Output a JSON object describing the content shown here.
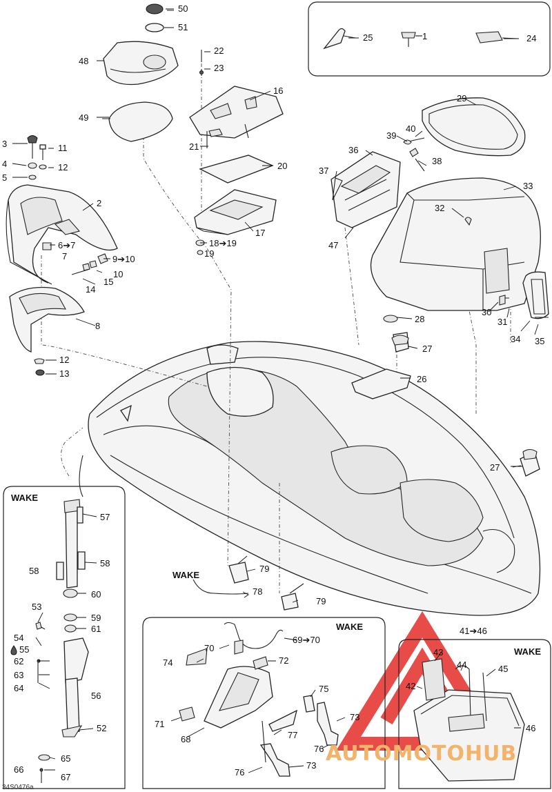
{
  "diagram": {
    "doc_code": "34S0476a",
    "section_titles": {
      "wake_left": "WAKE",
      "wake_bottom": "WAKE",
      "wake_center": "WAKE",
      "wake_right": "WAKE"
    },
    "labels": {
      "l50": "50",
      "l51": "51",
      "l48": "48",
      "l49": "49",
      "l22": "22",
      "l23": "23",
      "l16": "16",
      "l21": "21",
      "l20": "20",
      "l17": "17",
      "l18": "18➔19",
      "l19": "19",
      "l3": "3",
      "l11": "11",
      "l4": "4",
      "l12a": "12",
      "l5": "5",
      "l2": "2",
      "l6": "6➔7",
      "l7": "7",
      "l9": "9➔10",
      "l10": "10",
      "l15": "15",
      "l14": "14",
      "l8": "8",
      "l12b": "12",
      "l13": "13",
      "l25": "25",
      "l1": "1",
      "l24": "24",
      "l29": "29",
      "l40": "40",
      "l39": "39",
      "l36": "36",
      "l38": "38",
      "l37": "37",
      "l33": "33",
      "l32": "32",
      "l47": "47",
      "l30": "30",
      "l31": "31",
      "l34": "34",
      "l35": "35",
      "l28": "28",
      "l27a": "27",
      "l26": "26",
      "l27b": "27",
      "l57": "57",
      "l58a": "58",
      "l58b": "58",
      "l60": "60",
      "l53": "53",
      "l59": "59",
      "l54": "54",
      "l61": "61",
      "l55": "55",
      "l62": "62",
      "l63": "63",
      "l64": "64",
      "l56": "56",
      "l52": "52",
      "l65": "65",
      "l66": "66",
      "l67": "67",
      "l79a": "79",
      "l78": "78",
      "l79b": "79",
      "l70": "70",
      "l69": "69➔70",
      "l74": "74",
      "l72": "72",
      "l75": "75",
      "l71": "71",
      "l73a": "73",
      "l77": "77",
      "l68": "68",
      "l76a": "76",
      "l76b": "76",
      "l73b": "73",
      "l41": "41➔46",
      "l43": "43",
      "l44": "44",
      "l45": "45",
      "l42": "42",
      "l46": "46"
    },
    "watermark": "AUTOMOTOHUB"
  }
}
